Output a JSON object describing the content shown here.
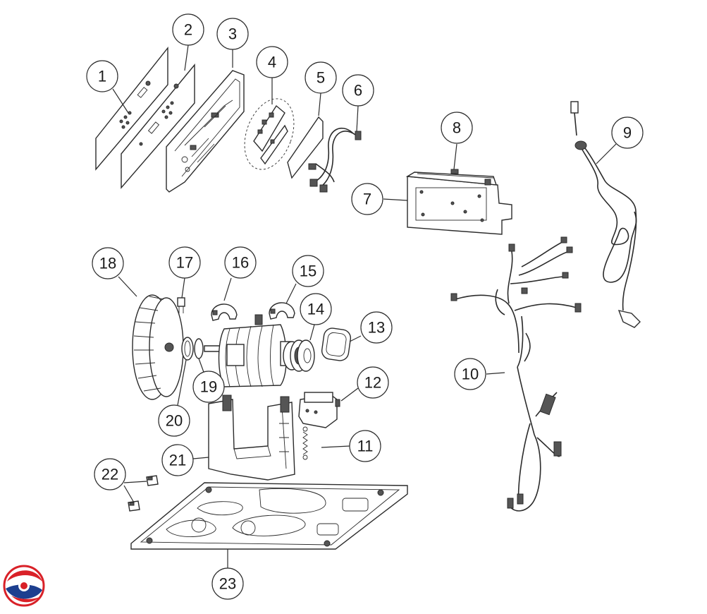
{
  "diagram": {
    "callouts": [
      "1",
      "2",
      "3",
      "4",
      "5",
      "6",
      "7",
      "8",
      "9",
      "10",
      "11",
      "12",
      "13",
      "14",
      "15",
      "16",
      "17",
      "18",
      "19",
      "20",
      "21",
      "22",
      "23"
    ]
  },
  "colors": {
    "line": "#2b2b2b",
    "logo_red": "#d92128",
    "logo_blue": "#1d3f8f"
  },
  "icons": {
    "logo": "brand-swirl-logo"
  }
}
